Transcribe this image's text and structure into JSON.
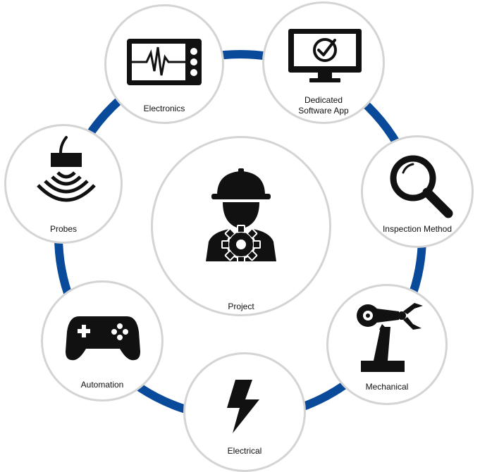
{
  "center": {
    "label": "Project",
    "icon": "engineer-gear-icon"
  },
  "ring_color": "#0a4a9a",
  "nodes": [
    {
      "id": "electronics",
      "label": "Electronics",
      "icon": "oscilloscope-icon"
    },
    {
      "id": "software",
      "label": "Dedicated\nSoftware App",
      "icon": "monitor-check-icon"
    },
    {
      "id": "inspection",
      "label": "Inspection Method",
      "icon": "magnifier-icon"
    },
    {
      "id": "mechanical",
      "label": "Mechanical",
      "icon": "robot-arm-icon"
    },
    {
      "id": "electrical",
      "label": "Electrical",
      "icon": "lightning-bolt-icon"
    },
    {
      "id": "automation",
      "label": "Automation",
      "icon": "gamepad-icon"
    },
    {
      "id": "probes",
      "label": "Probes",
      "icon": "ultrasonic-probe-icon"
    }
  ]
}
